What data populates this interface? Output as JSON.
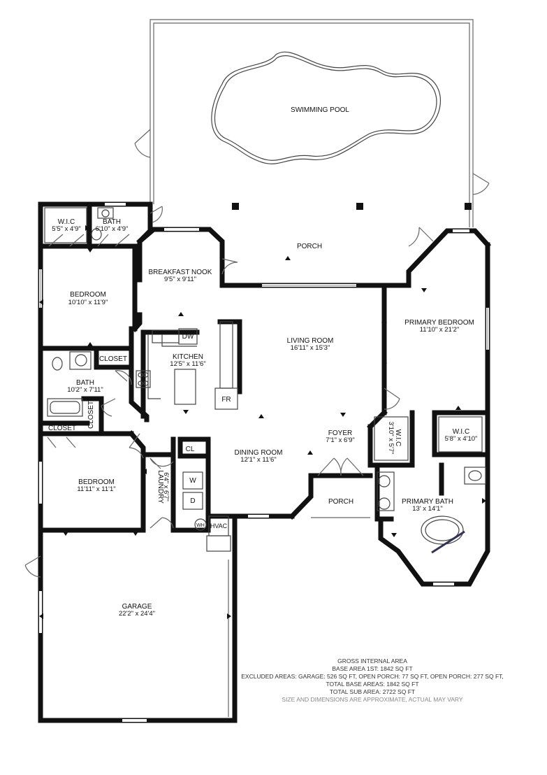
{
  "rooms": {
    "pool": {
      "name": "SWIMMING POOL"
    },
    "porch_top": {
      "name": "PORCH"
    },
    "wic1": {
      "name": "W.I.C",
      "dim": "5'5\" x 4'9\""
    },
    "bath1": {
      "name": "BATH",
      "dim": "6'10\" x 4'9\""
    },
    "nook": {
      "name": "BREAKFAST NOOK",
      "dim": "9'5\" x 9'11\""
    },
    "bedroom1": {
      "name": "BEDROOM",
      "dim": "10'10\" x 11'9\""
    },
    "kitchen": {
      "name": "KITCHEN",
      "dim": "12'5\" x 11'6\""
    },
    "living": {
      "name": "LIVING ROOM",
      "dim": "16'11\" x 15'3\""
    },
    "primary_bed": {
      "name": "PRIMARY BEDROOM",
      "dim": "11'10\" x 21'2\""
    },
    "bath2": {
      "name": "BATH",
      "dim": "10'2\" x 7'11\""
    },
    "closet1": {
      "name": "CLOSET"
    },
    "closet2": {
      "name": "CLOSET"
    },
    "closet3": {
      "name": "CLOSET"
    },
    "foyer": {
      "name": "FOYER",
      "dim": "7'1\" x 6'9\""
    },
    "wic2": {
      "name": "W.I.C",
      "dim": "3'10\" x 5'7\""
    },
    "wic3": {
      "name": "W.I.C",
      "dim": "5'8\" x 4'10\""
    },
    "dining": {
      "name": "DINING ROOM",
      "dim": "12'1\" x 11'6\""
    },
    "bedroom2": {
      "name": "BEDROOM",
      "dim": "11'11\" x 11'1\""
    },
    "laundry": {
      "name": "LAUNDRY",
      "dim": "6'4\" x 6'7\""
    },
    "porch_front": {
      "name": "PORCH"
    },
    "primary_bath": {
      "name": "PRIMARY BATH",
      "dim": "13' x 14'1\""
    },
    "garage": {
      "name": "GARAGE",
      "dim": "22'2\" x 24'4\""
    }
  },
  "fixtures": {
    "dw": "DW",
    "fr": "FR",
    "cl": "CL",
    "washer": "W",
    "dryer": "D",
    "wh": "WH",
    "hvac": "HVAC"
  },
  "area_info": {
    "line1": "GROSS INTERNAL AREA",
    "line2": "BASE AREA 1ST: 1842 SQ FT",
    "line3": "EXCLUDED AREAS: GARAGE: 526 SQ FT, OPEN PORCH: 77 SQ FT, OPEN PORCH: 277 SQ FT,",
    "line4": "TOTAL BASE AREAS: 1842 SQ FT",
    "line5": "TOTAL SUB AREA: 2722 SQ FT",
    "line6": "SIZE AND DIMENSIONS ARE APPROXIMATE, ACTUAL MAY VARY"
  }
}
